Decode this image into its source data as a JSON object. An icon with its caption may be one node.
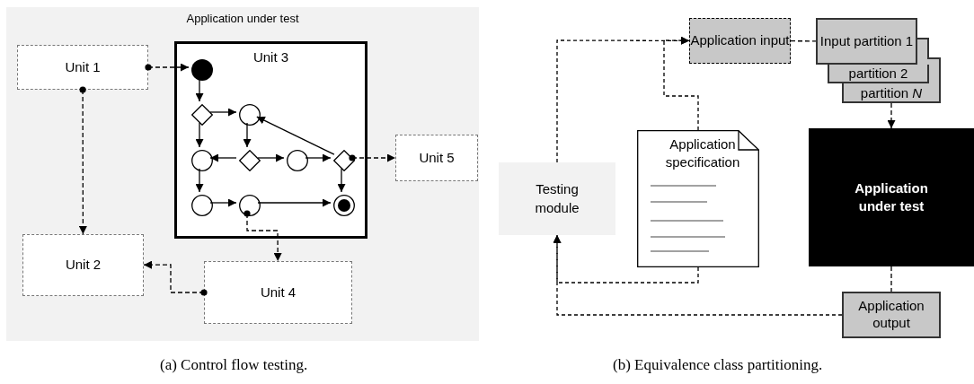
{
  "diagram": {
    "nodes": [
      {
        "text": [
          "Application under test"
        ]
      },
      {
        "text": [
          "Unit 1"
        ],
        "in": 0
      },
      {
        "text": [
          "Unit 3"
        ],
        "in": 0
      },
      {
        "text": [],
        "shape": "dot",
        "in": 2
      },
      {
        "text": [],
        "shape": "diamond",
        "in": 2
      },
      {
        "text": [],
        "shape": "circle",
        "in": 2
      },
      {
        "text": [],
        "shape": "circle",
        "in": 2
      },
      {
        "text": [],
        "shape": "diamond",
        "in": 2
      },
      {
        "text": [],
        "shape": "circle",
        "in": 2
      },
      {
        "text": [],
        "shape": "diamond",
        "in": 2
      },
      {
        "text": [],
        "shape": "circle",
        "in": 2
      },
      {
        "text": [],
        "shape": "circle",
        "in": 2
      },
      {
        "text": [],
        "shape": "bullseye",
        "in": 2
      },
      {
        "text": [
          "Unit 5"
        ],
        "in": 0
      },
      {
        "text": [
          "Unit 2"
        ],
        "in": 0
      },
      {
        "text": [
          "Unit 4"
        ],
        "in": 0
      },
      {
        "text": [
          "Testing module"
        ]
      },
      {
        "text": [
          "Application input"
        ]
      },
      {
        "text": [
          "Input partition 1"
        ]
      },
      {
        "text": [
          "partition 2"
        ]
      },
      {
        "text": [
          "partition *N*"
        ]
      },
      {
        "text": [
          "Application specification"
        ]
      },
      {
        "text": [
          "Application under test"
        ]
      },
      {
        "text": [
          "Application output"
        ]
      }
    ],
    "edges": [
      {
        "from": 1,
        "to": 3,
        "arrow": "to",
        "style": "dashed"
      },
      {
        "from": 3,
        "to": 4,
        "arrow": "to"
      },
      {
        "from": 4,
        "to": 5,
        "arrow": "to"
      },
      {
        "from": 4,
        "to": 6,
        "arrow": "to"
      },
      {
        "from": 5,
        "to": 7,
        "arrow": "to"
      },
      {
        "from": 7,
        "to": 6,
        "arrow": "to"
      },
      {
        "from": 7,
        "to": 8,
        "arrow": "to"
      },
      {
        "from": 8,
        "to": 9,
        "arrow": "to"
      },
      {
        "from": 9,
        "to": 5,
        "arrow": "to"
      },
      {
        "from": 9,
        "to": 12,
        "arrow": "to"
      },
      {
        "from": 9,
        "to": 13,
        "arrow": "to",
        "style": "dashed"
      },
      {
        "from": 6,
        "to": 10,
        "arrow": "to"
      },
      {
        "from": 10,
        "to": 11,
        "arrow": "to"
      },
      {
        "from": 11,
        "to": 12,
        "arrow": "to"
      },
      {
        "from": 11,
        "to": 15,
        "arrow": "to",
        "style": "dashed"
      },
      {
        "from": 1,
        "to": 14,
        "arrow": "to",
        "style": "dashed"
      },
      {
        "from": 15,
        "to": 14,
        "arrow": "to",
        "style": "dashed"
      },
      {
        "from": 16,
        "to": 17,
        "arrow": "to",
        "style": "dashed"
      },
      {
        "from": 21,
        "to": 17,
        "arrow": "to",
        "style": "dashed"
      },
      {
        "from": 17,
        "to": 18,
        "arrow": "none",
        "style": "dashed"
      },
      {
        "from": 20,
        "to": 22,
        "arrow": "to",
        "style": "dashed"
      },
      {
        "from": 22,
        "to": 23,
        "arrow": "none",
        "style": "dashed"
      },
      {
        "from": 23,
        "to": 16,
        "arrow": "to",
        "style": "dashed"
      },
      {
        "from": 21,
        "to": 16,
        "arrow": "to",
        "style": "dashed"
      }
    ],
    "labels": [
      "(a) Control flow testing.",
      "(b) Equivalence class partitioning."
    ]
  }
}
